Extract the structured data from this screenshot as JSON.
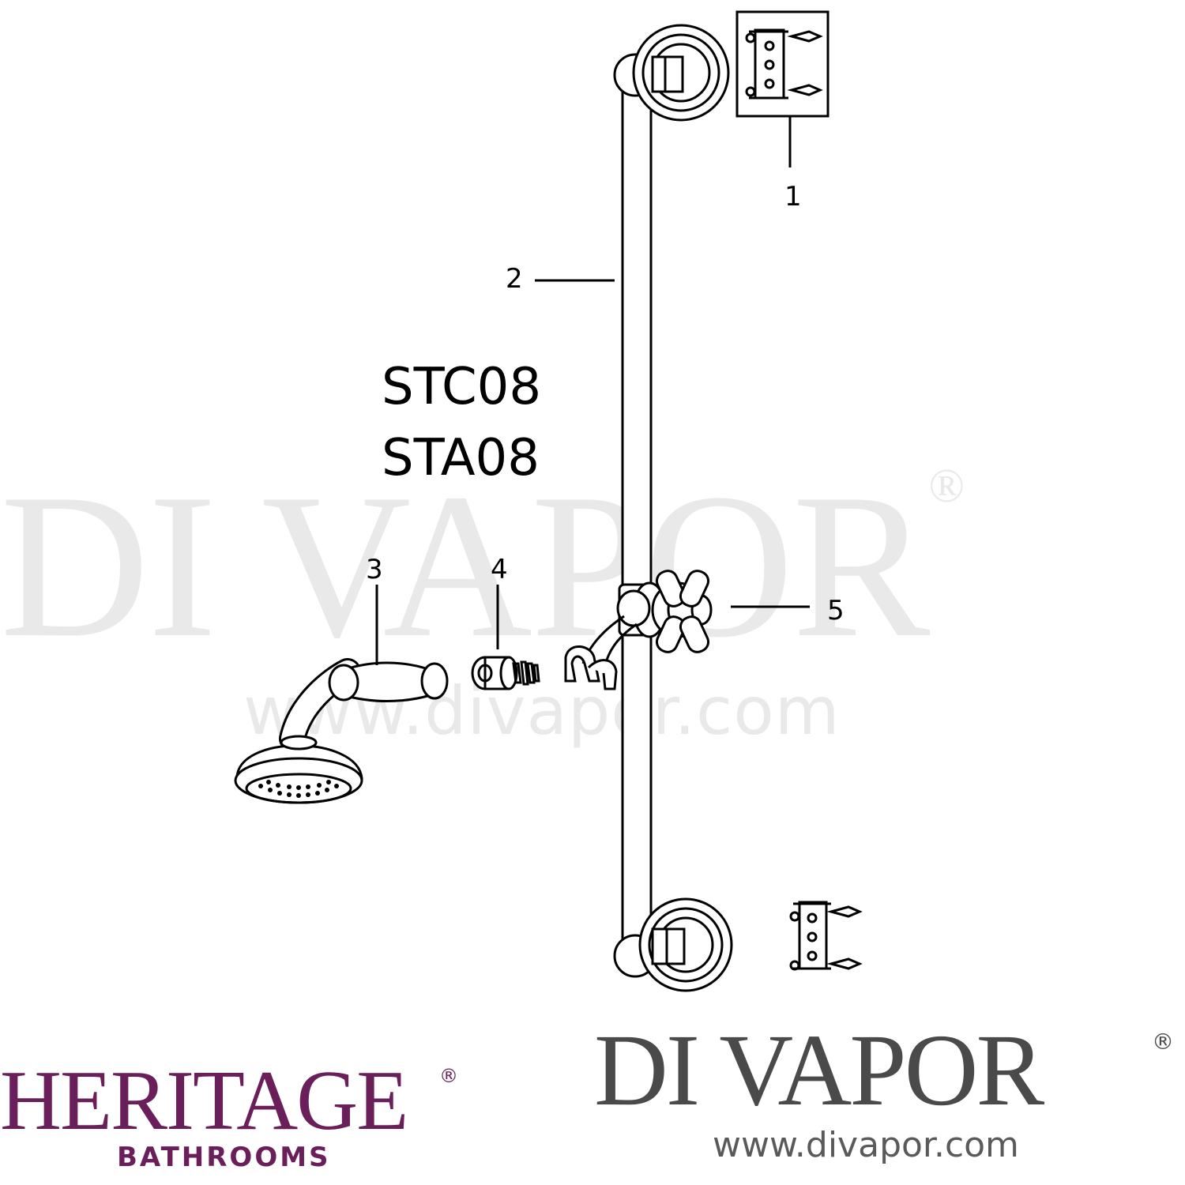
{
  "watermark": {
    "brand": "DI VAPOR",
    "reg_mark": "®",
    "url": "www.divapor.com"
  },
  "models": [
    "STC08",
    "STA08"
  ],
  "callouts": {
    "part_1": "1",
    "part_2": "2",
    "part_3": "3",
    "part_4": "4",
    "part_5": "5"
  },
  "logos": {
    "heritage": "HERITAGE",
    "heritage_reg": "®",
    "heritage_sub": "BATHROOMS",
    "divapor": "DI VAPOR",
    "divapor_reg": "®",
    "divapor_url": "www.divapor.com"
  },
  "colors": {
    "heritage_purple": "#6a1e5a",
    "divapor_grey": "#4a4a4a",
    "watermark_grey": "#e9e9e9"
  }
}
